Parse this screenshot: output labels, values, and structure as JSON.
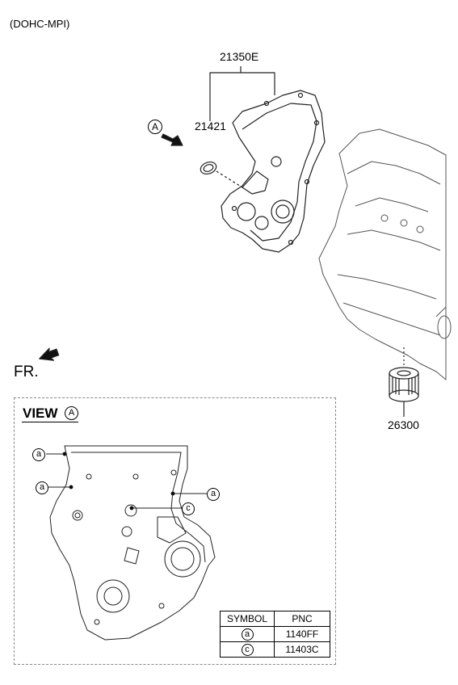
{
  "header": {
    "variant": "(DOHC-MPI)"
  },
  "parts": {
    "timing_cover_assy": "21350E",
    "oil_seal": "21421",
    "oil_filter": "26300",
    "view_marker": "A",
    "front_label": "FR."
  },
  "view": {
    "title": "VIEW",
    "marker": "A",
    "callouts": [
      "a",
      "a",
      "a",
      "c"
    ]
  },
  "legend": {
    "headers": [
      "SYMBOL",
      "PNC"
    ],
    "rows": [
      {
        "symbol": "a",
        "pnc": "1140FF"
      },
      {
        "symbol": "c",
        "pnc": "11403C"
      }
    ]
  }
}
